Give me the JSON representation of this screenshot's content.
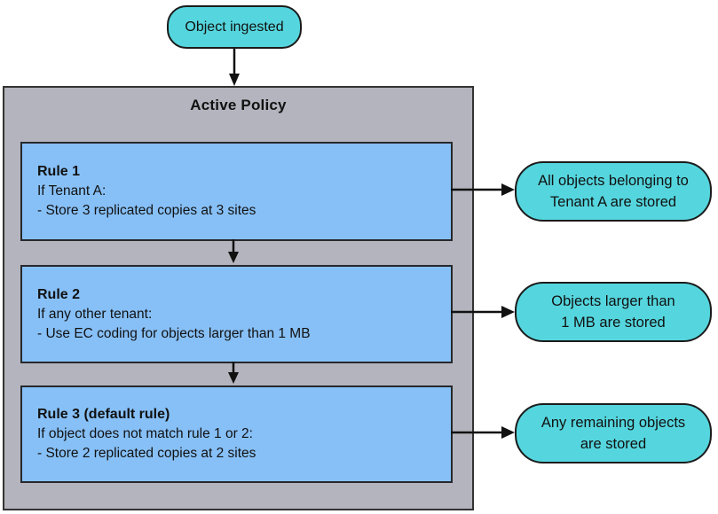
{
  "colors": {
    "pill-bg": "#55d6de",
    "rule-bg": "#87c0f7",
    "panel-bg": "#b3b4bd"
  },
  "start": {
    "label": "Object ingested"
  },
  "policy": {
    "title": "Active Policy",
    "rules": [
      {
        "title": "Rule 1",
        "condition": "If Tenant A:",
        "action": "- Store 3 replicated copies at 3 sites"
      },
      {
        "title": "Rule 2",
        "condition": "If any other tenant:",
        "action": "- Use EC coding for objects larger than 1 MB"
      },
      {
        "title": "Rule 3 (default rule)",
        "condition": "If object does not match rule 1 or 2:",
        "action": "- Store 2 replicated copies at 2 sites"
      }
    ]
  },
  "outcomes": [
    {
      "text": "All objects belonging to\nTenant A are stored"
    },
    {
      "text": "Objects larger than\n1 MB are stored"
    },
    {
      "text": "Any remaining objects\nare stored"
    }
  ]
}
